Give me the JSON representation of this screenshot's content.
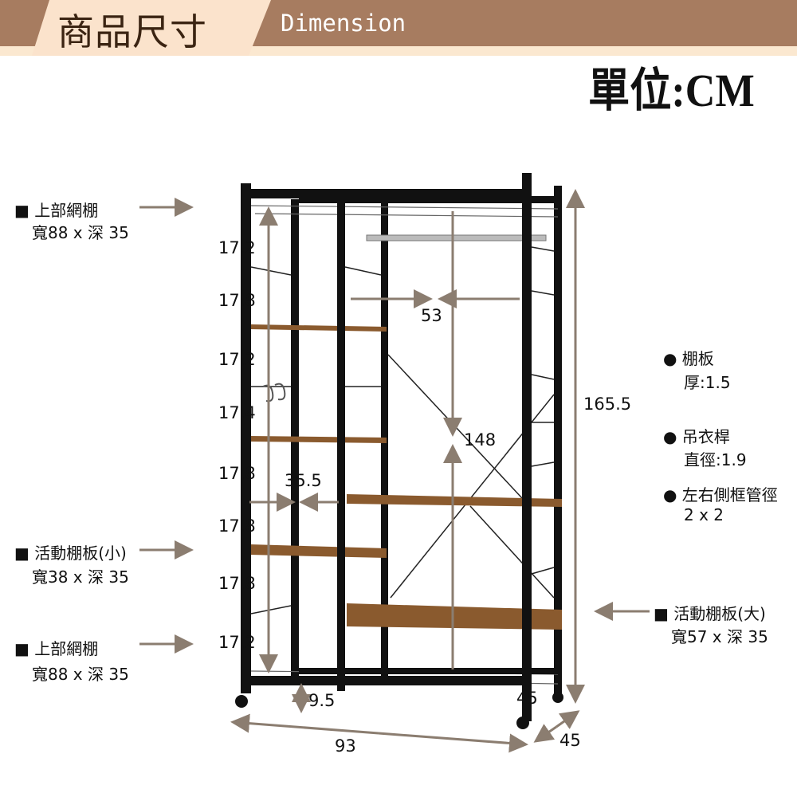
{
  "header": {
    "title": "商品尺寸",
    "subtitle": "Dimension",
    "unit": "單位:CM"
  },
  "left_labels": [
    {
      "name": "■ 上部網棚",
      "size": "寬88 x 深 35"
    },
    {
      "name": "■ 活動棚板(小)",
      "size": "寬38 x 深 35"
    },
    {
      "name": "■ 上部網棚",
      "size": "寬88 x 深 35"
    }
  ],
  "right_notes": [
    {
      "name": "● 棚板",
      "value": "厚:1.5"
    },
    {
      "name": "● 吊衣桿",
      "value": "直徑:1.9"
    },
    {
      "name": "● 左右側框管徑",
      "value": "2 x 2"
    }
  ],
  "right_label": {
    "name": "■ 活動棚板(大)",
    "size": "寬57 x 深 35"
  },
  "spacings": [
    "17.2",
    "17.8",
    "17.2",
    "17.4",
    "17.8",
    "17.8",
    "17.8",
    "17.2"
  ],
  "dims": {
    "height": "165.5",
    "hanging_width": "53",
    "hanging_height": "148",
    "small_shelf_width": "35.5",
    "ground_clearance": "9.5",
    "depth_inner": "45",
    "width": "93",
    "depth": "45"
  },
  "colors": {
    "band": "#a77c60",
    "tab": "#fbe3cc",
    "arrow": "#8b7d70",
    "wood": "#8a5a2e",
    "frame": "#111111"
  }
}
